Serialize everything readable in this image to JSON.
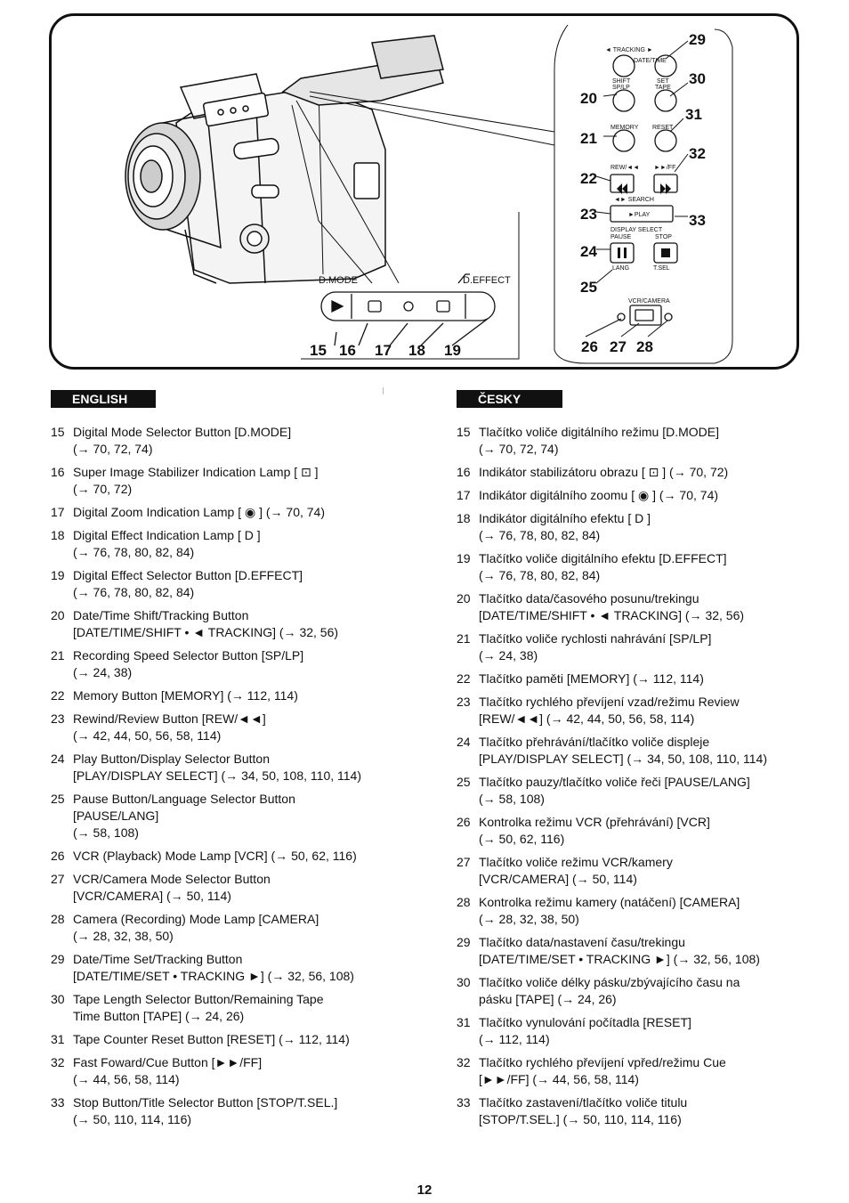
{
  "figure": {
    "dmode_label": "D.MODE",
    "deffect_label": "D.EFFECT",
    "left_callouts": [
      "15",
      "16",
      "17",
      "18",
      "19"
    ],
    "panel_callouts": [
      "29",
      "30",
      "31",
      "32",
      "33",
      "20",
      "21",
      "22",
      "23",
      "24",
      "25",
      "26",
      "27",
      "28"
    ],
    "labels": {
      "tracking": "◄ TRACKING ►",
      "date_time": "DATE/TIME",
      "shift": "SHIFT",
      "set": "SET",
      "sp_lp": "SP/LP",
      "tape": "TAPE",
      "memory": "MEMORY",
      "reset": "RESET",
      "rew": "REW/◄◄",
      "ff": "►►/FF",
      "search": "◄► SEARCH",
      "play": "►PLAY",
      "display_select": "DISPLAY SELECT",
      "pause": "PAUSE",
      "stop": "STOP",
      "lang": "LANG",
      "tsel": "T.SEL",
      "vcr_camera": "VCR/CAMERA"
    }
  },
  "english": {
    "heading": "ENGLISH",
    "items": [
      {
        "n": "15",
        "lines": [
          "Digital Mode Selector Button [D.MODE]",
          "(→ 70, 72, 74)"
        ]
      },
      {
        "n": "16",
        "lines": [
          "Super Image Stabilizer Indication Lamp [ ⊡ ]",
          "(→ 70, 72)"
        ]
      },
      {
        "n": "17",
        "lines": [
          "Digital Zoom Indication Lamp [ ◉ ] (→ 70, 74)"
        ]
      },
      {
        "n": "18",
        "lines": [
          "Digital Effect Indication Lamp [ D ]",
          "(→ 76, 78, 80, 82, 84)"
        ]
      },
      {
        "n": "19",
        "lines": [
          "Digital Effect Selector Button [D.EFFECT]",
          "(→ 76, 78, 80, 82, 84)"
        ]
      },
      {
        "n": "20",
        "lines": [
          "Date/Time Shift/Tracking Button",
          "[DATE/TIME/SHIFT • ◄ TRACKING] (→ 32, 56)"
        ]
      },
      {
        "n": "21",
        "lines": [
          "Recording Speed Selector Button [SP/LP]",
          "(→ 24, 38)"
        ]
      },
      {
        "n": "22",
        "lines": [
          "Memory Button [MEMORY] (→ 112, 114)"
        ]
      },
      {
        "n": "23",
        "lines": [
          "Rewind/Review Button [REW/◄◄]",
          "(→ 42, 44, 50, 56, 58, 114)"
        ]
      },
      {
        "n": "24",
        "lines": [
          "Play Button/Display Selector Button",
          "[PLAY/DISPLAY SELECT] (→ 34, 50, 108, 110, 114)"
        ]
      },
      {
        "n": "25",
        "lines": [
          "Pause Button/Language Selector Button",
          "[PAUSE/LANG]",
          "(→ 58, 108)"
        ]
      },
      {
        "n": "26",
        "lines": [
          "VCR (Playback) Mode Lamp [VCR] (→ 50, 62, 116)"
        ]
      },
      {
        "n": "27",
        "lines": [
          "VCR/Camera Mode Selector Button",
          "[VCR/CAMERA] (→ 50, 114)"
        ]
      },
      {
        "n": "28",
        "lines": [
          "Camera (Recording) Mode Lamp [CAMERA]",
          "(→ 28, 32, 38, 50)"
        ]
      },
      {
        "n": "29",
        "lines": [
          "Date/Time Set/Tracking Button",
          "[DATE/TIME/SET • TRACKING ►] (→ 32, 56, 108)"
        ]
      },
      {
        "n": "30",
        "lines": [
          "Tape Length Selector Button/Remaining Tape",
          "Time Button [TAPE] (→ 24, 26)"
        ]
      },
      {
        "n": "31",
        "lines": [
          "Tape Counter Reset Button [RESET] (→ 112, 114)"
        ]
      },
      {
        "n": "32",
        "lines": [
          "Fast Foward/Cue Button [►►/FF]",
          "(→ 44, 56, 58, 114)"
        ]
      },
      {
        "n": "33",
        "lines": [
          "Stop Button/Title Selector Button [STOP/T.SEL.]",
          "(→ 50, 110, 114, 116)"
        ]
      }
    ]
  },
  "czech": {
    "heading": "ČESKY",
    "items": [
      {
        "n": "15",
        "lines": [
          "Tlačítko voliče digitálního režimu [D.MODE]",
          "(→ 70, 72, 74)"
        ]
      },
      {
        "n": "16",
        "lines": [
          "Indikátor stabilizátoru obrazu [ ⊡ ] (→ 70, 72)"
        ]
      },
      {
        "n": "17",
        "lines": [
          "Indikátor digitálního zoomu [ ◉ ] (→ 70, 74)"
        ]
      },
      {
        "n": "18",
        "lines": [
          "Indikátor digitálního efektu [ D ]",
          "(→ 76, 78, 80, 82, 84)"
        ]
      },
      {
        "n": "19",
        "lines": [
          "Tlačítko voliče digitálního efektu [D.EFFECT]",
          "(→ 76, 78, 80, 82, 84)"
        ]
      },
      {
        "n": "20",
        "lines": [
          "Tlačítko data/časového posunu/trekingu",
          "[DATE/TIME/SHIFT • ◄ TRACKING] (→ 32, 56)"
        ]
      },
      {
        "n": "21",
        "lines": [
          "Tlačítko voliče rychlosti nahrávání [SP/LP]",
          "(→ 24, 38)"
        ]
      },
      {
        "n": "22",
        "lines": [
          "Tlačítko paměti [MEMORY] (→ 112, 114)"
        ]
      },
      {
        "n": "23",
        "lines": [
          "Tlačítko rychlého převíjení vzad/režimu Review",
          "[REW/◄◄] (→ 42, 44, 50, 56, 58, 114)"
        ]
      },
      {
        "n": "24",
        "lines": [
          "Tlačítko přehrávání/tlačítko voliče displeje",
          "[PLAY/DISPLAY SELECT] (→ 34, 50, 108, 110, 114)"
        ]
      },
      {
        "n": "25",
        "lines": [
          "Tlačítko pauzy/tlačítko voliče řeči [PAUSE/LANG]",
          "(→ 58, 108)"
        ]
      },
      {
        "n": "26",
        "lines": [
          "Kontrolka režimu VCR (přehrávání) [VCR]",
          "(→ 50, 62, 116)"
        ]
      },
      {
        "n": "27",
        "lines": [
          "Tlačítko voliče režimu VCR/kamery",
          "[VCR/CAMERA] (→ 50, 114)"
        ]
      },
      {
        "n": "28",
        "lines": [
          "Kontrolka režimu kamery (natáčení) [CAMERA]",
          "(→ 28, 32, 38, 50)"
        ]
      },
      {
        "n": "29",
        "lines": [
          "Tlačítko data/nastavení času/trekingu",
          "[DATE/TIME/SET • TRACKING ►] (→ 32, 56, 108)"
        ]
      },
      {
        "n": "30",
        "lines": [
          "Tlačítko voliče délky pásku/zbývajícího času na",
          "pásku [TAPE] (→ 24, 26)"
        ]
      },
      {
        "n": "31",
        "lines": [
          "Tlačítko vynulování počítadla [RESET]",
          "(→ 112, 114)"
        ]
      },
      {
        "n": "32",
        "lines": [
          "Tlačítko rychlého převíjení vpřed/režimu Cue",
          "[►►/FF] (→ 44, 56, 58, 114)"
        ]
      },
      {
        "n": "33",
        "lines": [
          "Tlačítko zastavení/tlačítko voliče titulu",
          "[STOP/T.SEL.] (→ 50, 110, 114, 116)"
        ]
      }
    ]
  },
  "page_number": "12"
}
